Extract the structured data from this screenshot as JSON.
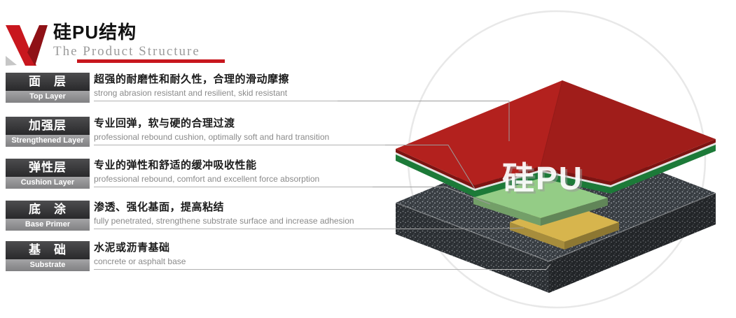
{
  "header": {
    "title": "硅PU结构",
    "subtitle": "The Product Structure"
  },
  "layers": [
    {
      "zh": "面　层",
      "en": "Top Layer",
      "desc_zh": "超强的耐磨性和耐久性，合理的滑动摩擦",
      "desc_en": "strong abrasion resistant and resilient, skid resistant"
    },
    {
      "zh": "加强层",
      "en": "Strengthened Layer",
      "desc_zh": "专业回弹，软与硬的合理过渡",
      "desc_en": "professional rebound cushion, optimally soft and hard transition"
    },
    {
      "zh": "弹性层",
      "en": "Cushion Layer",
      "desc_zh": "专业的弹性和舒适的缓冲吸收性能",
      "desc_en": "professional rebound, comfort and excellent force absorption"
    },
    {
      "zh": "底　涂",
      "en": "Base Primer",
      "desc_zh": "渗透、强化基面，提高粘结",
      "desc_en": "fully penetrated, strengthene substrate surface and increase adhesion"
    },
    {
      "zh": "基　础",
      "en": "Substrate",
      "desc_zh": "水泥或沥青基础",
      "desc_en": "concrete or asphalt base"
    }
  ],
  "diagram": {
    "watermark": "硅PU",
    "colors": {
      "top_layer": "#b3211e",
      "top_layer_dark": "#7d1412",
      "strengthened": "#1c7a38",
      "cushion": "#94cc86",
      "primer": "#d7b54d",
      "substrate": "#383d42",
      "substrate_dot": "#9aa0a6",
      "accent_red": "#c8171e",
      "accent_red_dark": "#8f1116"
    }
  }
}
